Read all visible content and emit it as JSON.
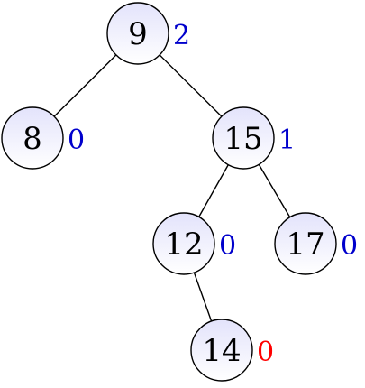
{
  "diagram": {
    "type": "binary-search-tree",
    "node_fill_top": "#e3e3fb",
    "node_fill_bottom": "#ffffff",
    "balance_color_default": "#0000cc",
    "balance_color_alert": "#ff0000",
    "nodes": [
      {
        "id": "n9",
        "key": "9",
        "balance": "2",
        "alert": false
      },
      {
        "id": "n8",
        "key": "8",
        "balance": "0",
        "alert": false
      },
      {
        "id": "n15",
        "key": "15",
        "balance": "1",
        "alert": false
      },
      {
        "id": "n12",
        "key": "12",
        "balance": "0",
        "alert": false
      },
      {
        "id": "n17",
        "key": "17",
        "balance": "0",
        "alert": false
      },
      {
        "id": "n14",
        "key": "14",
        "balance": "0",
        "alert": true
      }
    ],
    "edges": [
      {
        "from": "n9",
        "to": "n8"
      },
      {
        "from": "n9",
        "to": "n15"
      },
      {
        "from": "n15",
        "to": "n12"
      },
      {
        "from": "n15",
        "to": "n17"
      },
      {
        "from": "n12",
        "to": "n14"
      }
    ]
  }
}
